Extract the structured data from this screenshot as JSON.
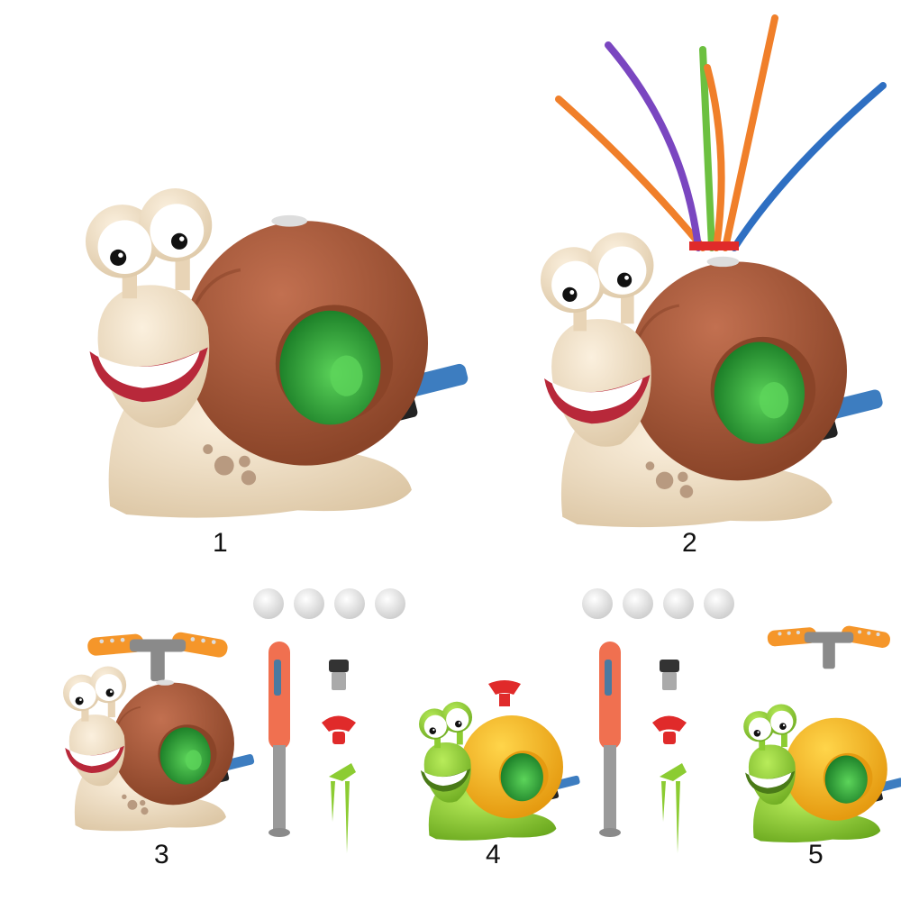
{
  "image": {
    "description": "Product collage of snail water sprinkler toys in five variants",
    "background": "#ffffff"
  },
  "variants": [
    {
      "label": "1",
      "name": "Brown snail sprinkler (base)",
      "shell_color": "#a0563a",
      "body_color": "#eeddc2"
    },
    {
      "label": "2",
      "name": "Brown snail sprinkler with colored tube heads",
      "shell_color": "#a0563a",
      "body_color": "#eeddc2",
      "tube_colors": [
        "#f07f2a",
        "#7a46c0",
        "#6cc040",
        "#f07f2a",
        "#f07f2a",
        "#2e6fc2"
      ]
    },
    {
      "label": "3",
      "name": "Brown snail with rotating sprinkler, bat, balls and accessories",
      "shell_color": "#a0563a",
      "body_color": "#eeddc2",
      "accessories": [
        "4 balls",
        "baseball bat",
        "hose connector",
        "red nozzle",
        "green stake"
      ]
    },
    {
      "label": "4",
      "name": "Green snail with yellow shell and red nozzle, with accessories",
      "shell_color": "#f2b62a",
      "body_color": "#8ccc32",
      "accessories": [
        "4 balls",
        "baseball bat",
        "hose connector",
        "red nozzle",
        "green stake"
      ]
    },
    {
      "label": "5",
      "name": "Green snail with yellow shell and rotating sprinkler",
      "shell_color": "#f2b62a",
      "body_color": "#8ccc32"
    }
  ],
  "colors": {
    "cream": "#eeddc2",
    "brown_shell": "#a0563a",
    "green_wheel": "#2fa03a",
    "hose_blue": "#3d7dc0",
    "yellow_shell": "#f2b62a",
    "lime_body": "#8ccc32",
    "bat_orange": "#f07050",
    "sprinkler_orange": "#f5962a",
    "nozzle_red": "#e02a2a"
  }
}
